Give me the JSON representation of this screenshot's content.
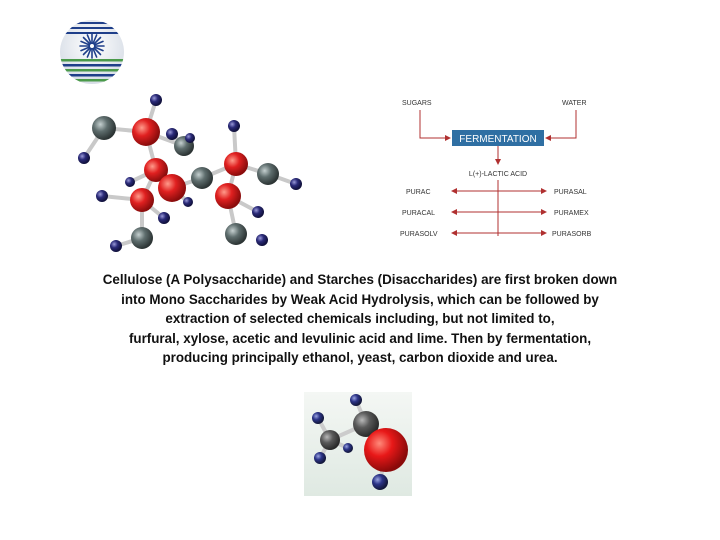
{
  "flowchart": {
    "inputs": {
      "sugars": "SUGARS",
      "water": "WATER"
    },
    "process": "FERMENTATION",
    "product": "L(+)-LACTIC ACID",
    "outputs_left": [
      "PURAC",
      "PURACAL",
      "PURASOLV"
    ],
    "outputs_right": [
      "PURASAL",
      "PURAMEX",
      "PURASORB"
    ]
  },
  "caption": {
    "lines": [
      "Cellulose (A Polysaccharide) and Starches (Disaccharides) are first broken down",
      "into Mono Saccharides by Weak Acid Hydrolysis, which can be followed by",
      "extraction of selected chemicals including, but not limited to,",
      "furfural, xylose, acetic and levulinic acid and lime. Then by fermentation,",
      "producing principally  ethanol, yeast, carbon dioxide and urea."
    ]
  },
  "colors": {
    "atom_red": "#e02020",
    "atom_gray": "#5f6e6e",
    "atom_navy": "#2a2a78",
    "flow_box": "#2f6fa3",
    "flow_arrow": "#b03030",
    "logo_blue": "#1f3f8a",
    "logo_green": "#4a9a4a"
  }
}
